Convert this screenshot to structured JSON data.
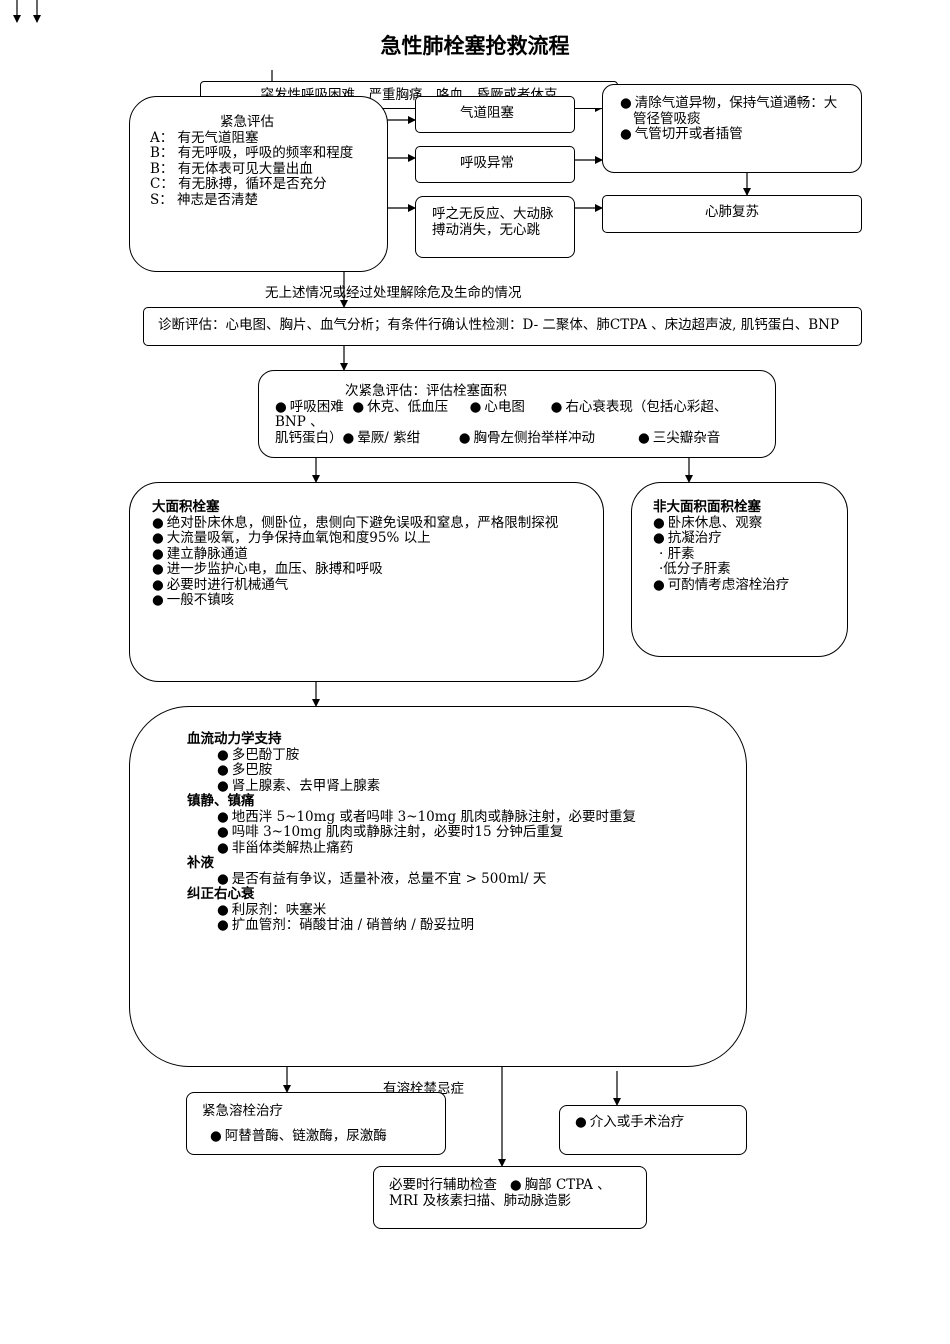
{
  "title": "急性肺栓塞抢救流程",
  "top_box": {
    "text": "突发性呼吸困难、严重胸痛、咯血、昏厥或者休克"
  },
  "emergency_eval": {
    "heading": "紧急评估",
    "lines": [
      "A： 有无气道阻塞",
      "B： 有无呼吸，呼吸的频率和程度",
      "B： 有无体表可见大量出血",
      "C： 有无脉搏，循环是否充分",
      "S： 神志是否清楚"
    ]
  },
  "airway_obstruction": {
    "label": "气道阻塞"
  },
  "breathing_abnormal": {
    "label": "呼吸异常"
  },
  "no_response": {
    "lines": [
      "呼之无反应、大动脉",
      "搏动消失，无心跳"
    ]
  },
  "airway_actions": {
    "lines": [
      "清除气道异物，保持气道通畅：大",
      "管径管吸痰",
      "气管切开或者插管"
    ]
  },
  "cpr": {
    "label": "心肺复苏"
  },
  "no_above": {
    "text": "无上述情况或经过处理解除危及生命的情况"
  },
  "diagnosis": {
    "text": "诊断评估：心电图、胸片、血气分析；有条件行确认性检测：D- 二聚体、肺CTPA 、床边超声波, 肌钙蛋白、BNP"
  },
  "secondary_eval": {
    "heading": "次紧急评估：评估栓塞面积",
    "row1": [
      "呼吸困难",
      "休克、低血压",
      "心电图",
      "右心衰表现（包括心彩超、"
    ],
    "row2": "BNP 、",
    "row3_prefix": "肌钙蛋白）",
    "row3": [
      "晕厥/ 紫绀",
      "胸骨左侧抬举样冲动",
      "三尖瓣杂音"
    ]
  },
  "massive_pe": {
    "heading": "大面积栓塞",
    "items": [
      "绝对卧床休息，侧卧位，患侧向下避免误吸和窒息，严格限制探视",
      "大流量吸氧，力争保持血氧饱和度95% 以上",
      "建立静脉通道",
      "进一步监护心电，血压、脉搏和呼吸",
      "必要时进行机械通气",
      "一般不镇咳"
    ]
  },
  "non_massive_pe": {
    "heading": "非大面积面积栓塞",
    "items": [
      "卧床休息、观察",
      "抗凝治疗"
    ],
    "subitems": [
      "· 肝素",
      "·低分子肝素"
    ],
    "last_item": "可酌情考虑溶栓治疗"
  },
  "support": {
    "sec1_title": "血流动力学支持",
    "sec1_items": [
      "多巴酚丁胺",
      "多巴胺",
      "肾上腺素、去甲肾上腺素"
    ],
    "sec2_title": "镇静、镇痛",
    "sec2_items": [
      "地西泮 5~10mg 或者吗啡 3~10mg 肌肉或静脉注射，必要时重复",
      "吗啡 3~10mg 肌肉或静脉注射，必要时15 分钟后重复",
      "非甾体类解热止痛药"
    ],
    "sec3_title": "补液",
    "sec3_items": [
      "是否有益有争议，适量补液，总量不宜 > 500ml/ 天"
    ],
    "sec4_title": "纠正右心衰",
    "sec4_items": [
      "利尿剂：呋塞米",
      "扩血管剂：硝酸甘油 / 硝普纳 / 酚妥拉明"
    ]
  },
  "contraindication": {
    "text": "有溶栓禁忌症"
  },
  "thrombolysis": {
    "heading": "紧急溶栓治疗",
    "item": "阿替普酶、链激酶，尿激酶"
  },
  "intervention": {
    "item": "介入或手术治疗"
  },
  "auxiliary": {
    "line1_a": "必要时行辅助检查",
    "line1_b": "胸部 CTPA 、",
    "line2": "MRI 及核素扫描、肺动脉造影"
  }
}
